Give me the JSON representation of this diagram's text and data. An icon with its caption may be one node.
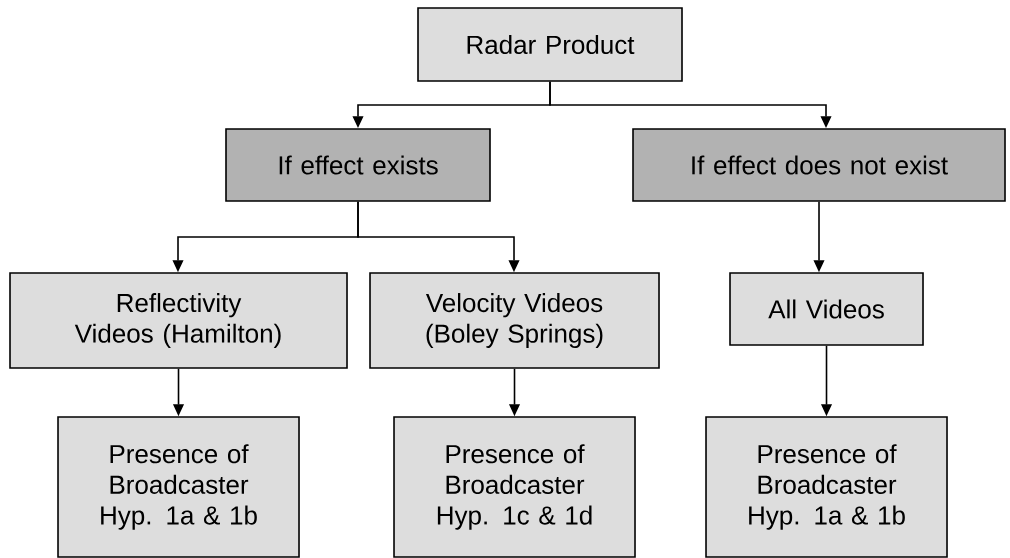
{
  "diagram": {
    "nodes": [
      {
        "text": [
          "Radar Product"
        ]
      },
      {
        "text": [
          "If effect exists"
        ]
      },
      {
        "text": [
          "If effect does not exist"
        ]
      },
      {
        "text": [
          "Reflectivity Videos (Hamilton)"
        ]
      },
      {
        "text": [
          "Velocity Videos (Boley Springs)"
        ]
      },
      {
        "text": [
          "All Videos"
        ]
      },
      {
        "text": [
          "Presence of Broadcaster Hyp. 1a & 1b"
        ]
      },
      {
        "text": [
          "Presence of Broadcaster Hyp. 1c & 1d"
        ]
      },
      {
        "text": [
          "Presence of Broadcaster Hyp. 1a & 1b"
        ]
      }
    ],
    "edges": [
      {
        "from": 0,
        "to": 1,
        "arrow": "to"
      },
      {
        "from": 0,
        "to": 2,
        "arrow": "to"
      },
      {
        "from": 1,
        "to": 3,
        "arrow": "to"
      },
      {
        "from": 1,
        "to": 4,
        "arrow": "to"
      },
      {
        "from": 2,
        "to": 5,
        "arrow": "to"
      },
      {
        "from": 3,
        "to": 6,
        "arrow": "to"
      },
      {
        "from": 4,
        "to": 7,
        "arrow": "to"
      },
      {
        "from": 5,
        "to": 8,
        "arrow": "to"
      }
    ]
  }
}
